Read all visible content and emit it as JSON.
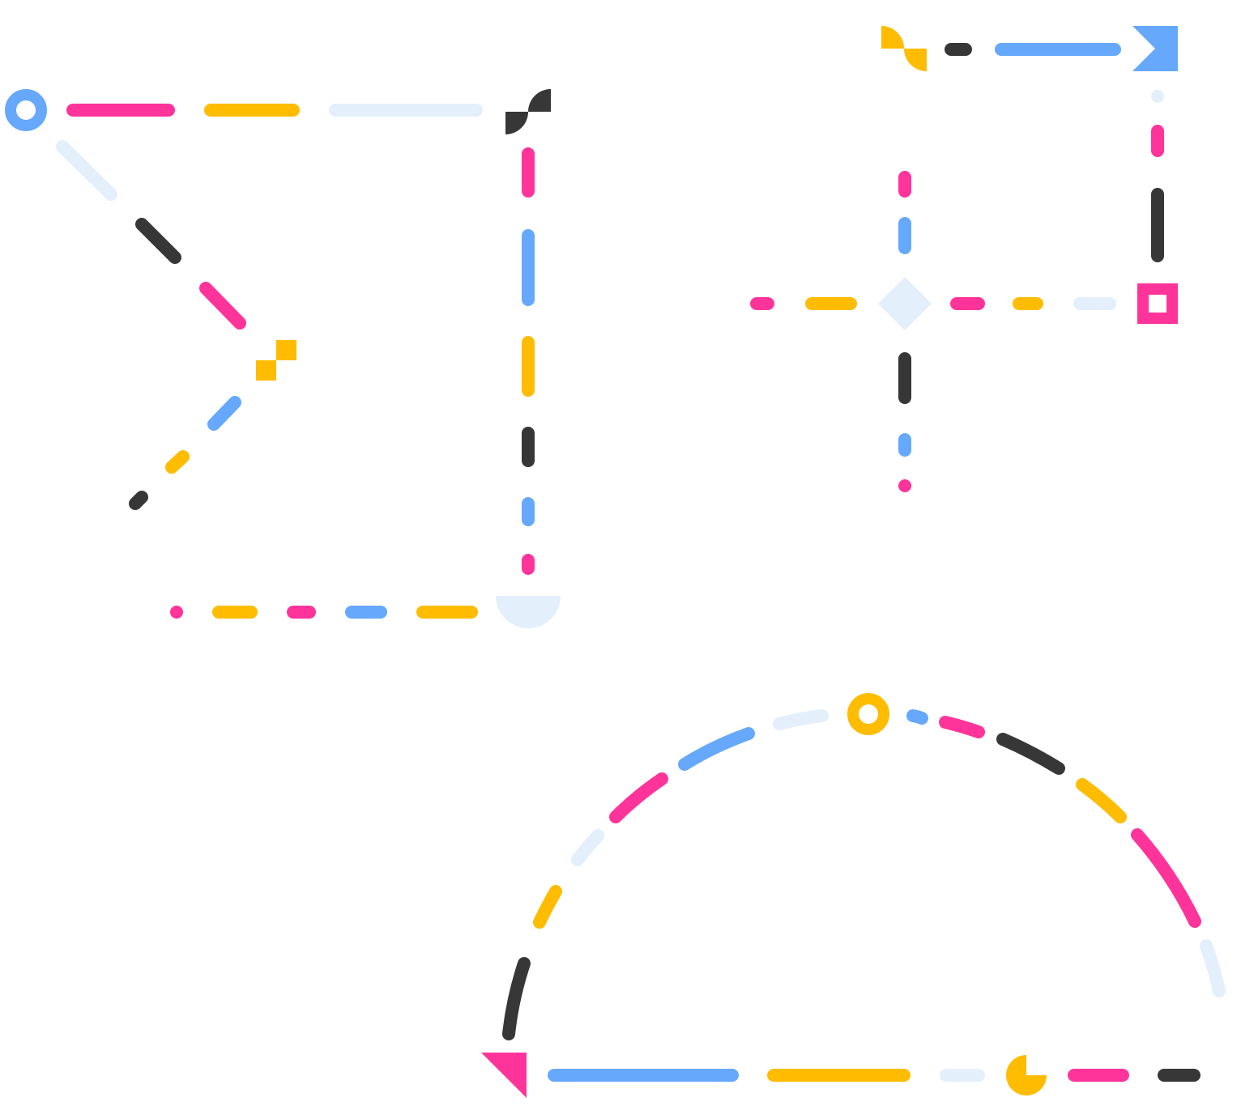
{
  "palette": {
    "blue": "#66A8FB",
    "pink": "#FF349A",
    "yellow": "#FFBC00",
    "dark": "#373737",
    "pale": "#E4EFFC"
  },
  "shapes": [
    "ring-node",
    "half-quarter-node",
    "checker-node",
    "semicircle-node",
    "diamond-node",
    "square-ring-node",
    "arrow-node",
    "triangle-node",
    "pacman-node"
  ]
}
